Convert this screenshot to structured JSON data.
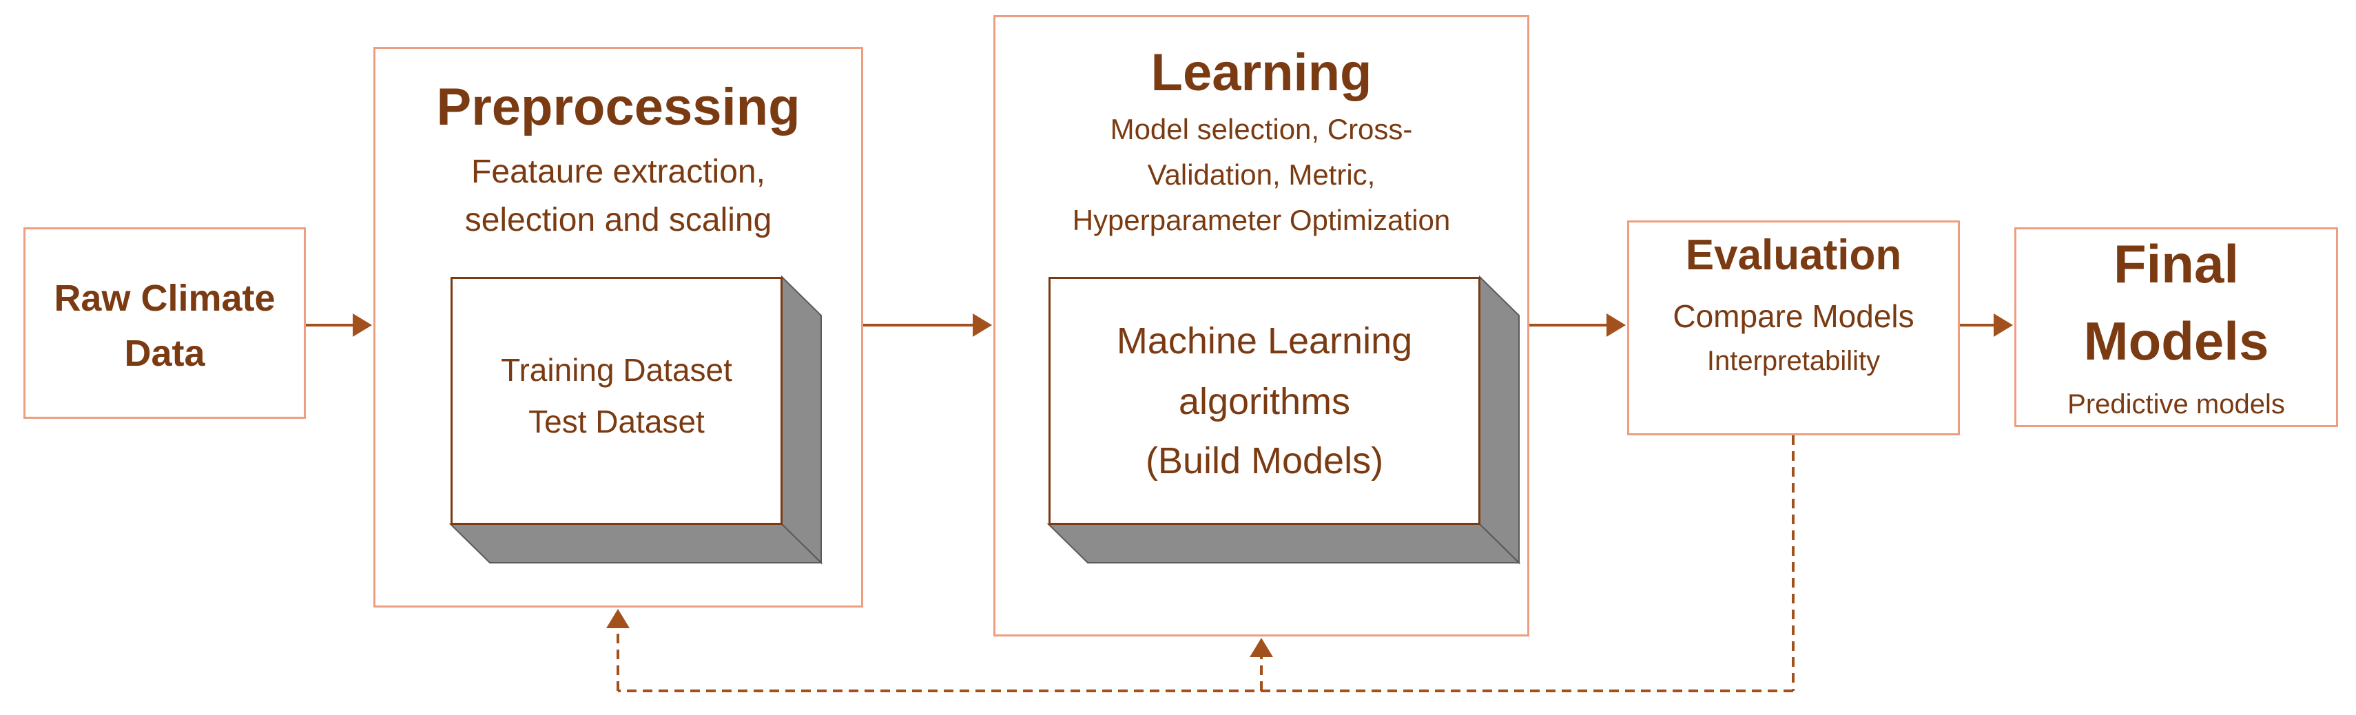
{
  "diagram": {
    "raw_data": {
      "label": "Raw Climate Data",
      "line1": "Raw Climate",
      "line2": "Data"
    },
    "preprocessing": {
      "title": "Preprocessing",
      "desc_line1": "Feataure extraction,",
      "desc_line2": "selection and scaling",
      "inner_line1": "Training Dataset",
      "inner_line2": "Test Dataset"
    },
    "learning": {
      "title": "Learning",
      "desc_line1": "Model selection, Cross-",
      "desc_line2": "Validation, Metric,",
      "desc_line3": "Hyperparameter Optimization",
      "inner_line1": "Machine Learning",
      "inner_line2": "algorithms",
      "inner_line3": "(Build Models)"
    },
    "evaluation": {
      "title": "Evaluation",
      "line1": "Compare Models",
      "line2": "Interpretability"
    },
    "final": {
      "title_line1": "Final",
      "title_line2": "Models",
      "sub": "Predictive models"
    }
  },
  "colors": {
    "box_border": "#ee9e80",
    "text": "#7a3a12",
    "arrow": "#a2501c",
    "shadow": "#8c8c8c"
  }
}
